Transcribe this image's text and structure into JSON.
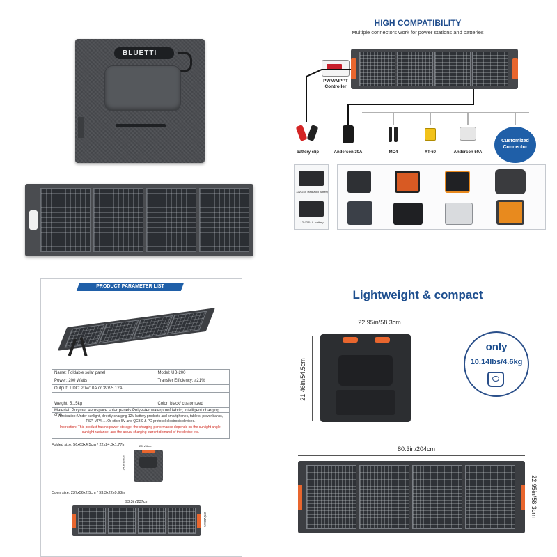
{
  "tl": {
    "brand": "BLUETTI"
  },
  "tr": {
    "title": "HIGH COMPATIBILITY",
    "subtitle": "Multiple connectors work for power stations and batteries",
    "controller_label": "PWM/MPPT\nController",
    "connectors": [
      {
        "label": "battery clip",
        "icon": "battery-clip-icon"
      },
      {
        "label": "Anderson 30A",
        "icon": "anderson-30a-icon"
      },
      {
        "label": "MC4",
        "icon": "mc4-icon"
      },
      {
        "label": "XT-60",
        "icon": "xt60-icon"
      },
      {
        "label": "Anderson 50A",
        "icon": "anderson-50a-icon"
      }
    ],
    "customized": "Customized\nConnector",
    "battery_1": "12V/24V lead-acid battery",
    "battery_2": "12V/24V li- battery"
  },
  "bl": {
    "header": "PRODUCT PARAMETER LIST",
    "table": [
      [
        "Name: Foldable solar panel",
        "Model: UB-200"
      ],
      [
        "Power: 200 Watts",
        "Transfer Efficiency: ≥21%"
      ],
      [
        "Output: 1.DC:  20V/10A or 39V/5.12A",
        ""
      ],
      [
        "",
        ""
      ],
      [
        "Weight: 5.15kg",
        "Color: black/ customized"
      ],
      [
        "Material: Polymer aerospace solar panels,Polyester waterproof fabric;  intelligent charging chip.",
        ""
      ]
    ],
    "application": "Application: Under sunlight, directly charging 12V battery products and smartphones, tablets, power banks, PSP, MP4..... Or other 5V and QC3.0 & PD protocol electronic devices.",
    "instruction": "Instruction: This product has no power storage, the charging performance depends on the sunlight angle, sunlight radiance, and the actual charging current demand of the device etc.",
    "folded_size": "Folded size: 56x63x4.5cm  / 22x24.8x1.77in",
    "folded_w": "22in/56cm",
    "folded_h": "24.8in/63cm",
    "open_size": "Open size: 237x56x2.5cm  / 93.3x22x0.98in",
    "open_w": "93.3in/237cm",
    "open_h": "22in/56cm",
    "colors": {
      "header": "#1f5fa8",
      "instruction": "#d0281e"
    }
  },
  "br": {
    "title": "Lightweight & compact",
    "folded_width": "22.95in/58.3cm",
    "folded_height": "21.46in/54.5cm",
    "only": "only",
    "weight": "10.14lbs/4.6kg",
    "open_width": "80.3in/204cm",
    "open_height": "22.95in/58.3cm",
    "colors": {
      "title": "#1e4f8f",
      "accent": "#2a4f8a"
    }
  }
}
